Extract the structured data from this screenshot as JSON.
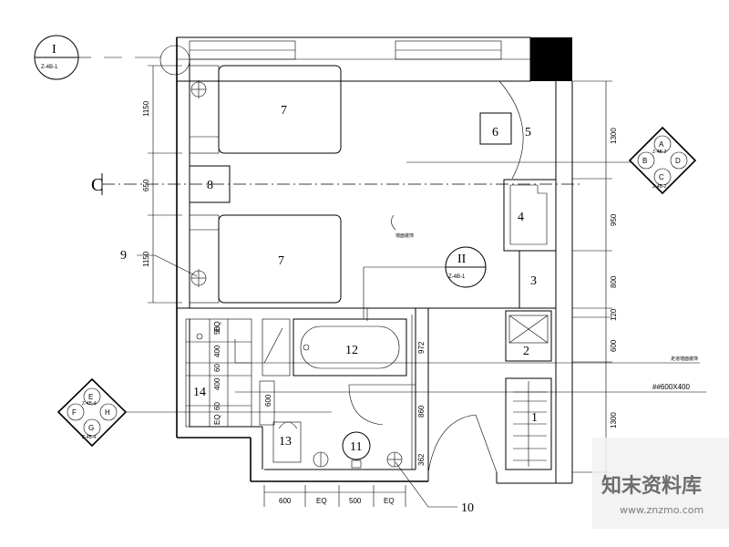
{
  "section_tag_I": {
    "roman": "I",
    "ref": "Z-4B-1"
  },
  "section_tag_II": {
    "roman": "II",
    "ref": "Z-4B-1"
  },
  "centerline_label": "C",
  "elevation_tag_right": {
    "letters": [
      "A",
      "B",
      "C",
      "D"
    ],
    "ref": "Z-4B-2"
  },
  "elevation_tag_left": {
    "letters": [
      "E",
      "F",
      "G",
      "H"
    ],
    "ref": "Z-4B-4"
  },
  "room_numbers": {
    "bed_upper": "7",
    "bed_lower": "7",
    "nightstand": "8",
    "chair": "6",
    "chair_area": "5",
    "desk": "4",
    "wardrobe_gap": "3",
    "cabinet": "2",
    "closet": "1",
    "bathtub": "12",
    "toilet": "13",
    "vanity": "14",
    "basin": "11",
    "callout_9": "9",
    "callout_10": "10"
  },
  "dims_left": [
    "1150",
    "650",
    "1150"
  ],
  "dims_right": [
    "1300",
    "950",
    "800",
    "120",
    "600",
    "1300"
  ],
  "dims_bottom": [
    "600",
    "EQ",
    "500",
    "EQ"
  ],
  "dims_bath_vertical": [
    "972",
    "860",
    "362"
  ],
  "dims_vanity": [
    "400",
    "400",
    "60",
    "60",
    "50",
    "EQ",
    "EQ",
    "600"
  ],
  "notes": {
    "opening": "墙面装饰",
    "corridor": "走道墙面装饰",
    "floor_tile": "##600X400"
  },
  "watermark": {
    "brand": "知末资料库",
    "url": "www.znzmo.com"
  }
}
